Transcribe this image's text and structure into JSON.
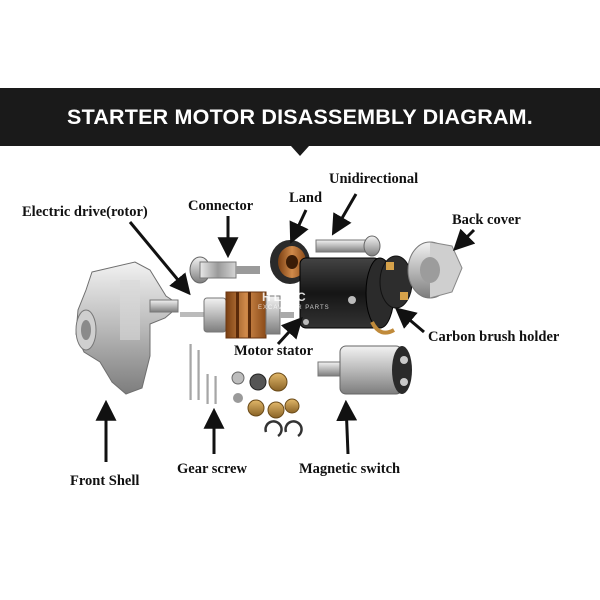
{
  "title": "STARTER MOTOR DISASSEMBLY DIAGRAM.",
  "watermark": {
    "brand": "HLMC",
    "tagline": "EXCAVATOR PARTS"
  },
  "labels": {
    "electric_drive": "Electric drive(rotor)",
    "connector": "Connector",
    "land": "Land",
    "unidirectional": "Unidirectional",
    "back_cover": "Back cover",
    "carbon_brush_holder": "Carbon brush holder",
    "motor_stator": "Motor stator",
    "front_shell": "Front Shell",
    "gear_screw": "Gear screw",
    "magnetic_switch": "Magnetic switch"
  },
  "colors": {
    "banner": "#1a1a1a",
    "banner_text": "#ffffff",
    "label_text": "#111111",
    "arrow": "#111111"
  }
}
